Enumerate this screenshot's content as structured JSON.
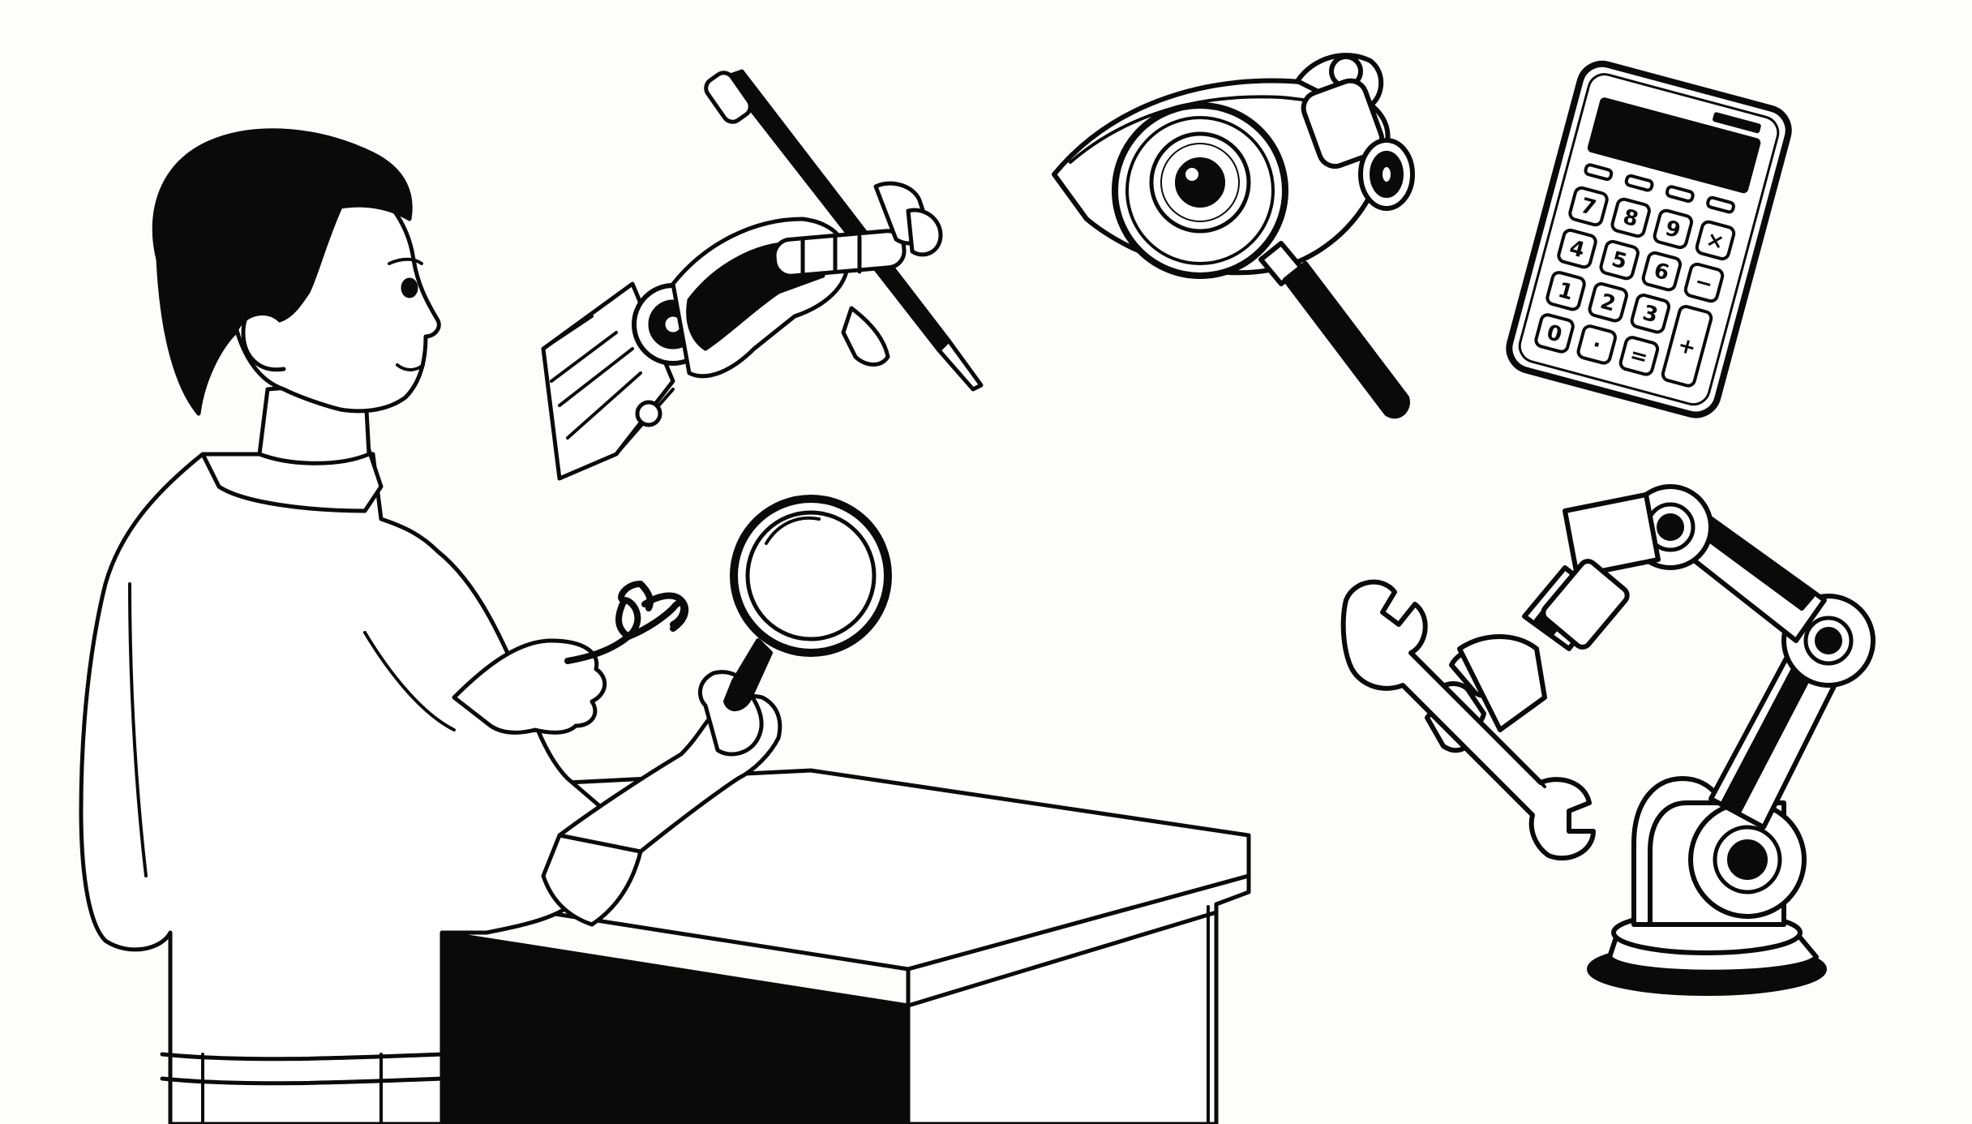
{
  "illustration": {
    "background_color": "#fdfdfb",
    "ink_color": "#0a0a0a",
    "style": "black-and-white line art",
    "subjects": [
      {
        "name": "person",
        "holding": [
          "magnifying-glass-icon",
          "hook-wire"
        ]
      },
      {
        "name": "desk"
      },
      {
        "name": "robotic-hand-with-pen-icon"
      },
      {
        "name": "robotic-eye-magnifier-icon"
      },
      {
        "name": "calculator-icon"
      },
      {
        "name": "robotic-arm-with-wrench-icon"
      }
    ]
  },
  "calculator": {
    "keys": [
      [
        "7",
        "8",
        "9",
        "×"
      ],
      [
        "4",
        "5",
        "6",
        "−"
      ],
      [
        "1",
        "2",
        "3",
        "+"
      ],
      [
        "0",
        "·",
        "=",
        ""
      ]
    ]
  }
}
